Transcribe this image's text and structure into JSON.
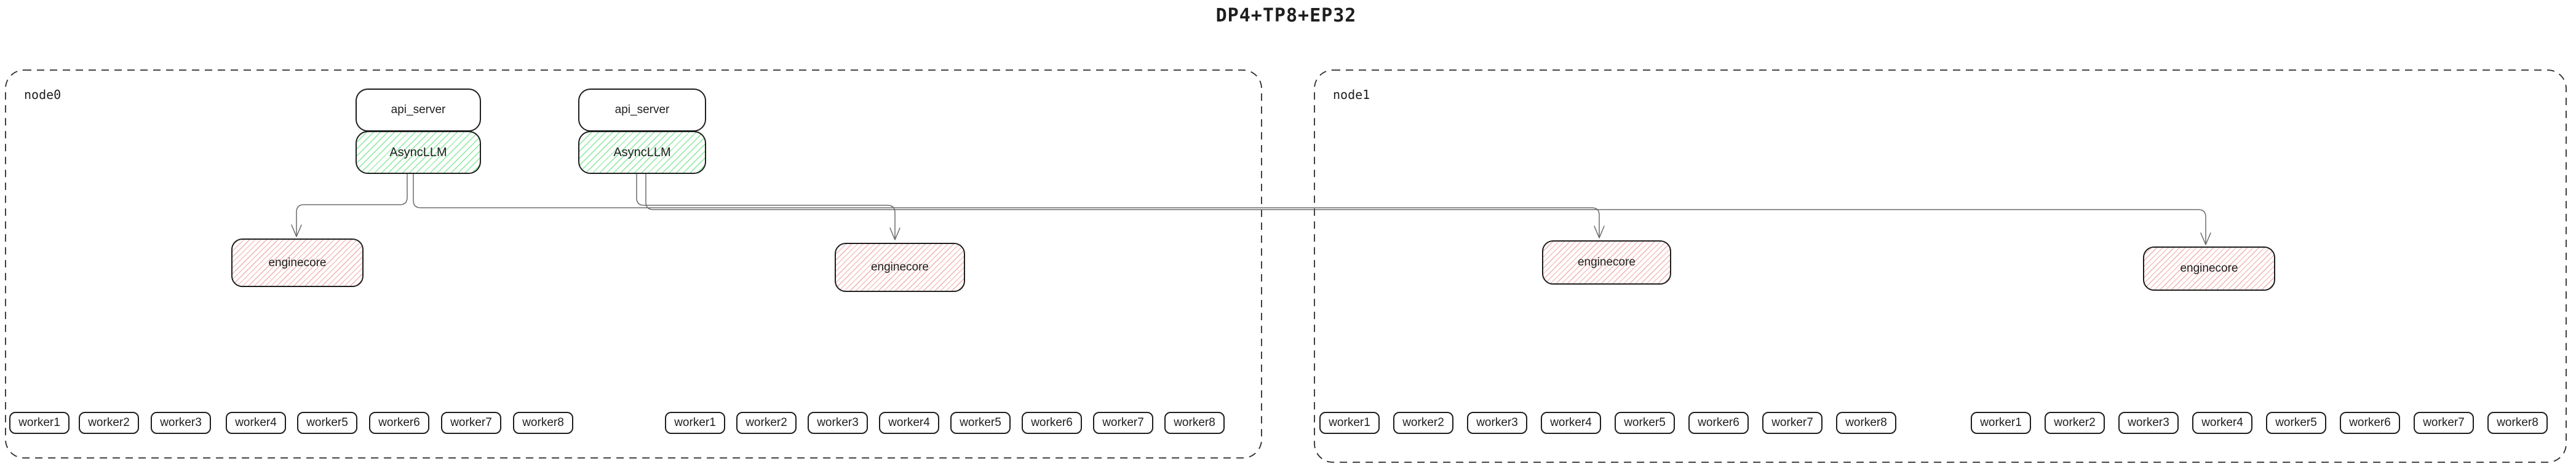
{
  "title": "DP4+TP8+EP32",
  "colors": {
    "box_border": "#1e1e1e",
    "node_border": "#2b2b2b",
    "connector": "#6b6b6b",
    "green_hatch": "#86e89a",
    "red_hatch": "#f2aeae",
    "text": "#1e1e1e",
    "background": "#ffffff"
  },
  "nodes": [
    {
      "label": "node0",
      "stacks": [
        {
          "api_server": "api_server",
          "async_llm": "AsyncLLM"
        },
        {
          "api_server": "api_server",
          "async_llm": "AsyncLLM"
        }
      ],
      "enginecores": [
        "enginecore",
        "enginecore"
      ],
      "worker_groups": [
        [
          "worker1",
          "worker2",
          "worker3",
          "worker4",
          "worker5",
          "worker6",
          "worker7",
          "worker8"
        ],
        [
          "worker1",
          "worker2",
          "worker3",
          "worker4",
          "worker5",
          "worker6",
          "worker7",
          "worker8"
        ]
      ]
    },
    {
      "label": "node1",
      "stacks": [],
      "enginecores": [
        "enginecore",
        "enginecore"
      ],
      "worker_groups": [
        [
          "worker1",
          "worker2",
          "worker3",
          "worker4",
          "worker5",
          "worker6",
          "worker7",
          "worker8"
        ],
        [
          "worker1",
          "worker2",
          "worker3",
          "worker4",
          "worker5",
          "worker6",
          "worker7",
          "worker8"
        ]
      ]
    }
  ],
  "edges": [
    {
      "from": "node0/AsyncLLM[0]",
      "to": "node0/enginecore[0]"
    },
    {
      "from": "node0/AsyncLLM[0]",
      "to": "node1/enginecore[0]"
    },
    {
      "from": "node0/AsyncLLM[1]",
      "to": "node0/enginecore[1]"
    },
    {
      "from": "node0/AsyncLLM[1]",
      "to": "node1/enginecore[1]"
    }
  ]
}
